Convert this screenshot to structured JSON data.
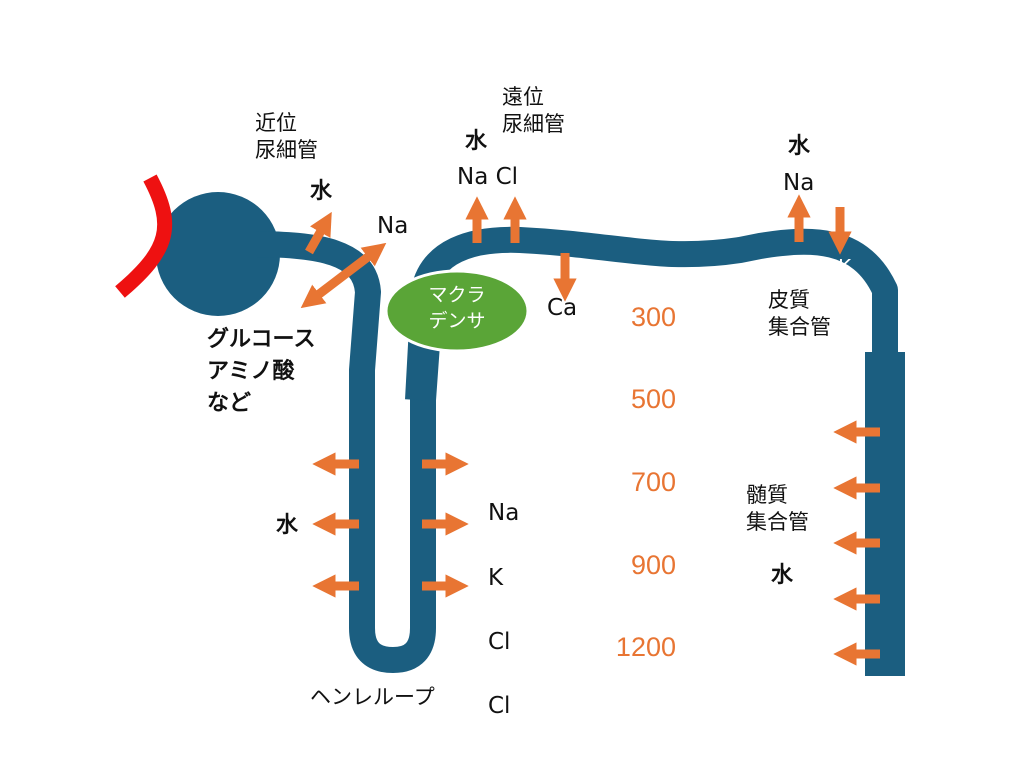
{
  "labels": {
    "proximal": "近位\n尿細管",
    "distal": "遠位\n尿細管",
    "cortical_cd": "皮質\n集合管",
    "medullary_cd": "髄質\n集合管",
    "henle": "ヘンレループ",
    "macula_densa": "マクラ\nデンサ"
  },
  "substances": {
    "proximal_water": "水",
    "proximal_na": "Na",
    "proximal_reabsorb": "グルコース\nアミノ酸\nなど",
    "distal_water": "水",
    "distal_nacl": "Na Cl",
    "distal_ca": "Ca",
    "cortical_water": "水",
    "cortical_na": "Na",
    "cortical_k": "K",
    "descending_water": "水",
    "ascending_ions": [
      "Na",
      "K",
      "Cl",
      "Cl"
    ],
    "medullary_water": "水"
  },
  "osmolality": [
    "300",
    "500",
    "700",
    "900",
    "1200"
  ],
  "colors": {
    "tubule": "#1B5E80",
    "arrow": "#E87533",
    "vessel": "#EE1111",
    "macula": "#5AA537",
    "osmolality_text": "#E87533"
  },
  "icons": {
    "arrow": "arrow-icon",
    "vessel": "afferent-vessel"
  }
}
